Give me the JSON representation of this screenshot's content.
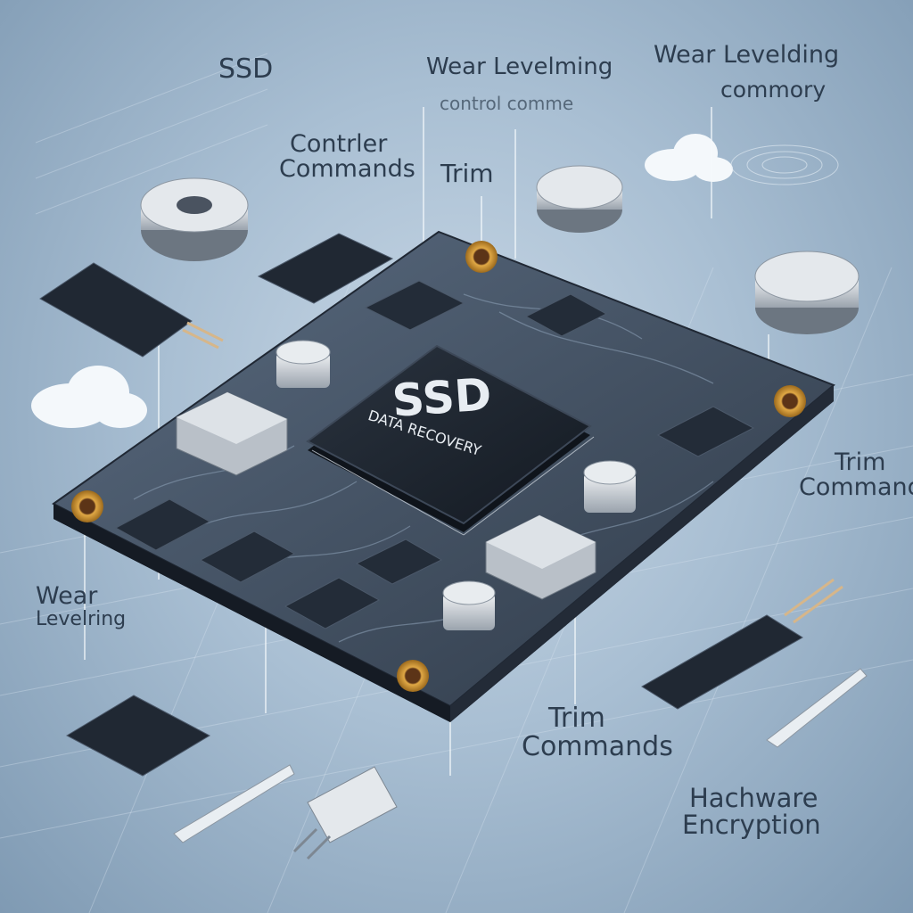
{
  "labels": {
    "ssd_top": "SSD",
    "wear_leveling_top": "Wear Levelming",
    "controller_commands_top": "control comme",
    "wear_leveling_right": "Wear Levelding",
    "commory": "commory",
    "controller_commands": [
      "Contrler",
      "Commands"
    ],
    "trim_top": "Trim",
    "trim_right": [
      "Trim",
      "Command"
    ],
    "wear_leveling_left": [
      "Wear",
      "Levelring"
    ],
    "trim_commands_bottom": [
      "Trim",
      "Commands"
    ],
    "hardware_encryption": [
      "Hachware",
      "Encryption"
    ]
  },
  "chip": {
    "title": "SSD",
    "subtitle": "DATA RECOVERY"
  },
  "colors": {
    "background": "#a9bfd3",
    "board": "#3a4656",
    "chip": "#1f2630",
    "chip_text": "#e8edf2",
    "gold": "#c8902e",
    "label": "#2d3d4f"
  }
}
